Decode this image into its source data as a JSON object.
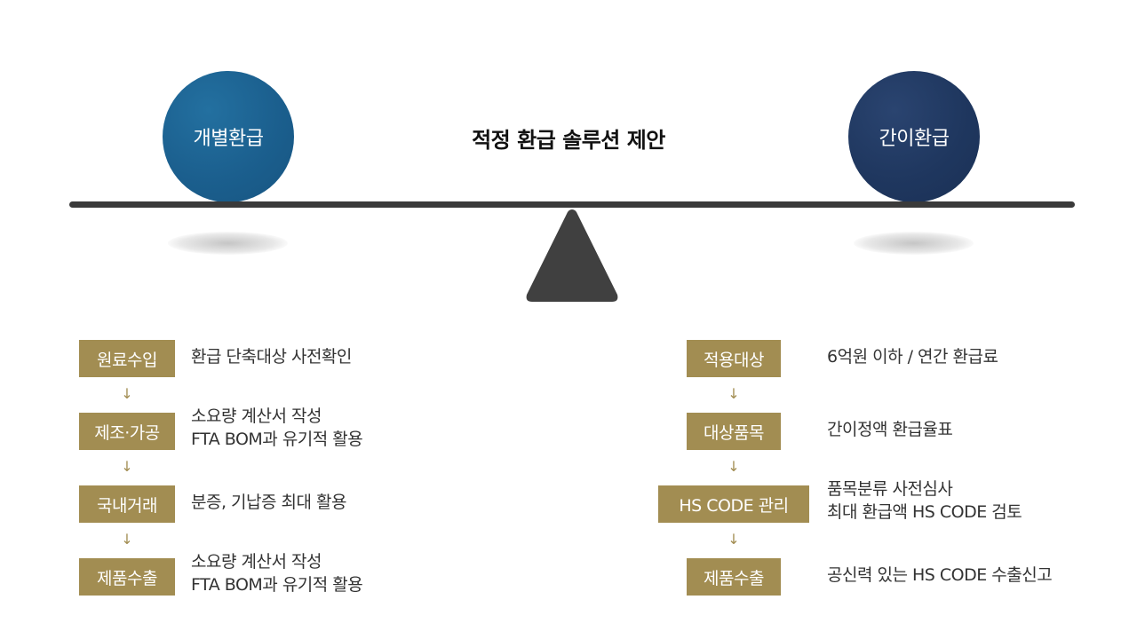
{
  "title": "적정 환급 솔루션 제안",
  "left": {
    "circle_label": "개별환급",
    "steps": [
      {
        "label": "원료수입",
        "desc": [
          "환급 단축대상 사전확인"
        ]
      },
      {
        "label": "제조·가공",
        "desc": [
          "소요량 계산서 작성",
          "FTA BOM과 유기적 활용"
        ]
      },
      {
        "label": "국내거래",
        "desc": [
          "분증, 기납증 최대 활용"
        ]
      },
      {
        "label": "제품수출",
        "desc": [
          "소요량 계산서 작성",
          "FTA BOM과 유기적 활용"
        ]
      }
    ]
  },
  "right": {
    "circle_label": "간이환급",
    "steps": [
      {
        "label": "적용대상",
        "desc": [
          "6억원 이하 / 연간 환급료"
        ]
      },
      {
        "label": "대상품목",
        "desc": [
          "간이정액 환급율표"
        ]
      },
      {
        "label": "HS CODE 관리",
        "desc": [
          "품목분류 사전심사",
          "최대 환급액 HS CODE 검토"
        ]
      },
      {
        "label": "제품수출",
        "desc": [
          "공신력 있는 HS CODE 수출신고"
        ]
      }
    ]
  },
  "arrow_glyph": "↓",
  "colors": {
    "circle_left": "#1b5f8e",
    "circle_right": "#1f375f",
    "step_box": "#a28d52",
    "beam": "#3a3a3a"
  }
}
